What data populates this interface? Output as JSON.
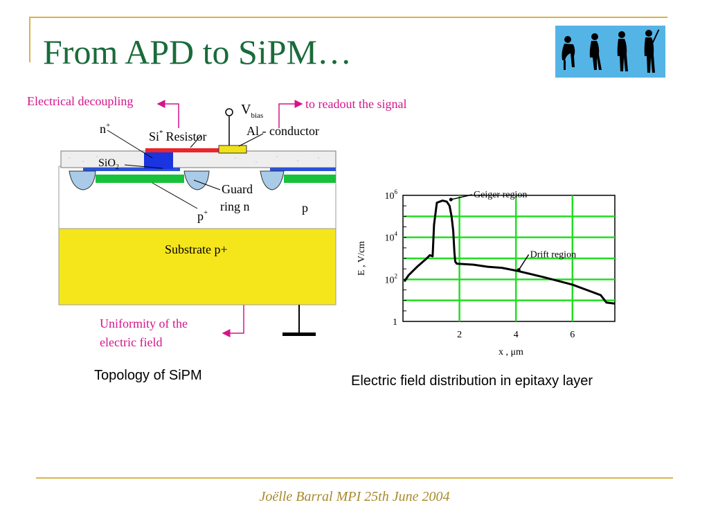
{
  "slide": {
    "title": "From APD to SiPM…",
    "footer": "Joëlle Barral MPI 25th June 2004"
  },
  "annotations": {
    "decoupling": "Electrical decoupling",
    "readout": "to readout the signal",
    "uniformity_line1": "Uniformity of  the",
    "uniformity_line2": "electric field"
  },
  "topology": {
    "caption": "Topology of SiPM",
    "labels": {
      "n_plus": "n",
      "n_plus_sup": "+",
      "vbias": "V",
      "vbias_sub": "bias",
      "si_resistor": "Si",
      "si_resistor_sup": "*",
      "si_resistor_rest": "Resistor",
      "al_conductor": "Al - conductor",
      "sio2": "SiO",
      "sio2_sub": "2",
      "guard": "Guard",
      "ring_n": "ring n",
      "p_plus": "p",
      "p_plus_sup": "+",
      "p": "p",
      "substrate": "Substrate p+"
    },
    "colors": {
      "substrate": "#f5e61c",
      "resistor": "#e8262b",
      "conductor": "#f0e21a",
      "n_plus": "#1a34e0",
      "guard": "#16c23a",
      "blue_layer": "#2a52d6",
      "wells": "#a9cbe8"
    }
  },
  "efield": {
    "caption": "Electric field distribution in epitaxy layer"
  },
  "chart_data": {
    "type": "line",
    "title": "",
    "xlabel": "x , μm",
    "ylabel": "E , V/cm",
    "xlim": [
      0,
      7.5
    ],
    "ylim_log10": [
      0,
      6
    ],
    "y_scale": "log",
    "x_ticks": [
      "2",
      "4",
      "6"
    ],
    "x_tick_values": [
      2,
      4,
      6
    ],
    "y_ticks": [
      {
        "base": "10",
        "exp": "6",
        "log": 6
      },
      {
        "base": "10",
        "exp": "4",
        "log": 4
      },
      {
        "base": "10",
        "exp": "2",
        "log": 2
      },
      {
        "base": "1",
        "exp": "",
        "log": 0
      }
    ],
    "grid": true,
    "grid_color": "#22dd22",
    "annotations": [
      {
        "text": "Geiger region",
        "x": 1.6,
        "log_y": 5.8,
        "tx": 2.5,
        "tlog_y": 5.9
      },
      {
        "text": "Drift region",
        "x": 4.0,
        "log_y": 2.45,
        "tx": 4.5,
        "tlog_y": 3.05
      }
    ],
    "series": [
      {
        "x": [
          0.05,
          0.2,
          0.5,
          0.8,
          0.95,
          1.05,
          1.1,
          1.2,
          1.4,
          1.55,
          1.65,
          1.72,
          1.78,
          1.82,
          1.85,
          1.9,
          2.5,
          3.0,
          3.5,
          4.0,
          5.0,
          6.0,
          6.5,
          7.0,
          7.2,
          7.5
        ],
        "log_y": [
          1.9,
          2.2,
          2.6,
          2.95,
          3.15,
          3.1,
          4.6,
          5.65,
          5.75,
          5.7,
          5.5,
          5.0,
          4.3,
          3.3,
          2.85,
          2.75,
          2.7,
          2.6,
          2.55,
          2.42,
          2.1,
          1.75,
          1.5,
          1.25,
          0.9,
          0.85
        ]
      }
    ]
  }
}
